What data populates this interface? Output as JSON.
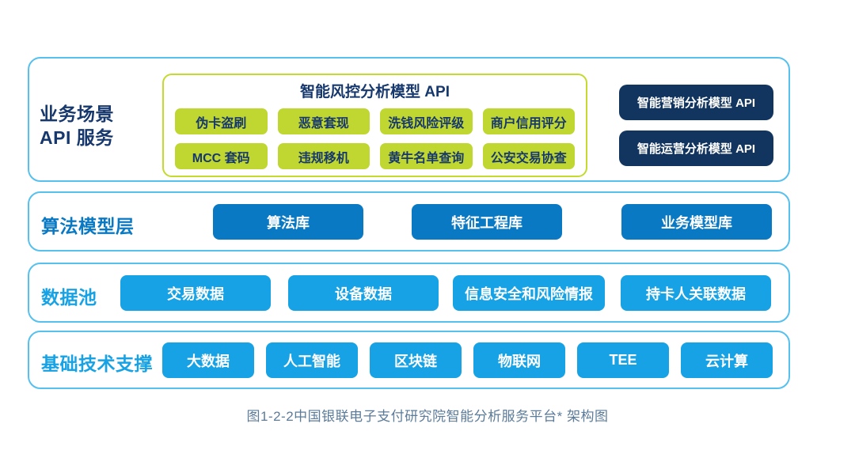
{
  "caption": "图1-2-2中国银联电子支付研究院智能分析服务平台* 架构图",
  "business_layer": {
    "label_line1": "业务场景",
    "label_line2": "API 服务",
    "risk_group": {
      "title": "智能风控分析模型 API",
      "items": [
        "伪卡盗刷",
        "恶意套现",
        "洗钱风险评级",
        "商户信用评分",
        "MCC 套码",
        "违规移机",
        "黄牛名单查询",
        "公安交易协查"
      ]
    },
    "side_apis": [
      "智能营销分析模型 API",
      "智能运营分析模型 API"
    ]
  },
  "algorithm_layer": {
    "label": "算法模型层",
    "items": [
      "算法库",
      "特征工程库",
      "业务模型库"
    ]
  },
  "data_layer": {
    "label": "数据池",
    "items": [
      "交易数据",
      "设备数据",
      "信息安全和风险情报",
      "持卡人关联数据"
    ]
  },
  "tech_layer": {
    "label": "基础技术支撑",
    "items": [
      "大数据",
      "人工智能",
      "区块链",
      "物联网",
      "TEE",
      "云计算"
    ]
  },
  "colors": {
    "container_border": "#56c0ee",
    "green_border": "#c5d92e",
    "green_button": "#bfd730",
    "navy_text": "#17386d",
    "dark_navy": "#12355f",
    "mid_blue": "#0a79c4",
    "light_blue": "#16a2e4",
    "caption_color": "#5b7b99"
  }
}
